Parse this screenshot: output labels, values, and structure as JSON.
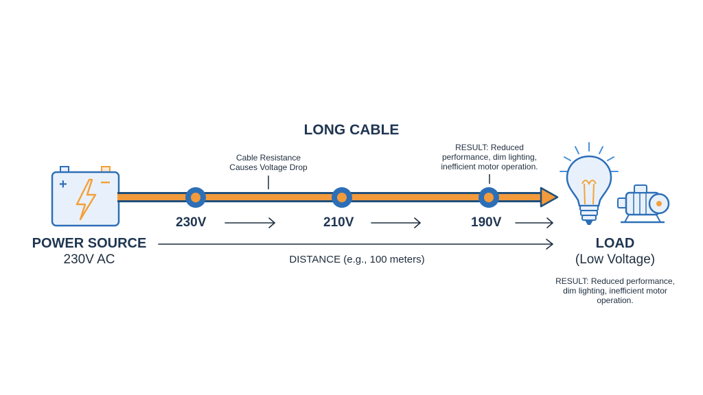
{
  "diagram": {
    "title": "LONG CABLE",
    "cable_note_line1": "Cable Resistance",
    "cable_note_line2": "Causes Voltage Drop",
    "result_top_line1": "RESULT: Reduced",
    "result_top_line2": "performance, dim lighting,",
    "result_top_line3": "inefficient motor operation.",
    "voltages": [
      "230V",
      "210V",
      "190V"
    ],
    "source_title": "POWER SOURCE",
    "source_sub": "230V AC",
    "distance_label": "DISTANCE (e.g., 100 meters)",
    "load_title": "LOAD",
    "load_sub": "(Low Voltage)",
    "result_bottom_line1": "RESULT: Reduced performance,",
    "result_bottom_line2": "dim lighting, inefficient motor",
    "result_bottom_line3": "operation.",
    "icons": [
      "battery-icon",
      "lightning-bolt-icon",
      "light-bulb-icon",
      "electric-motor-icon"
    ],
    "colors": {
      "cable_orange": "#f39a3b",
      "cable_outline": "#1f4f7a",
      "node_blue": "#2d6fb7",
      "text_navy": "#1f3550",
      "icon_blue": "#2d6fb7",
      "icon_orange": "#f3a13a",
      "icon_fill": "#e8f1fb"
    }
  }
}
